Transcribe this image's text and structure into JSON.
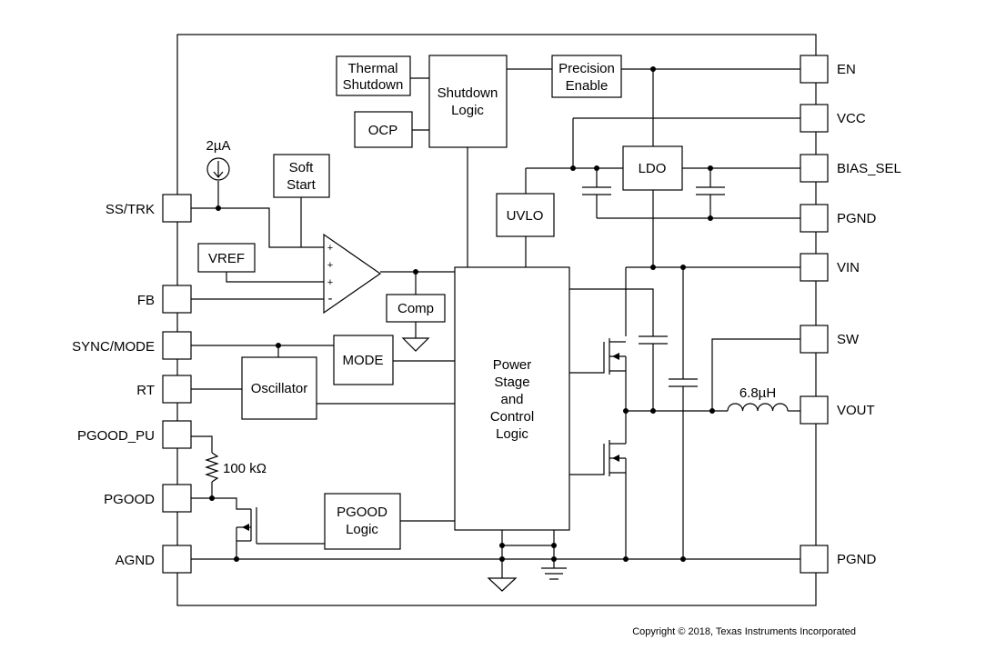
{
  "pins_left": {
    "ss_trk": "SS/TRK",
    "fb": "FB",
    "sync_mode": "SYNC/MODE",
    "rt": "RT",
    "pgood_pu": "PGOOD_PU",
    "pgood": "PGOOD",
    "agnd": "AGND"
  },
  "pins_right": {
    "en": "EN",
    "vcc": "VCC",
    "bias_sel": "BIAS_SEL",
    "pgnd_top": "PGND",
    "vin": "VIN",
    "sw": "SW",
    "vout": "VOUT",
    "pgnd_bottom": "PGND"
  },
  "blocks": {
    "thermal_1": "Thermal",
    "thermal_2": "Shutdown",
    "ocp": "OCP",
    "shutdown_1": "Shutdown",
    "shutdown_2": "Logic",
    "precision_1": "Precision",
    "precision_2": "Enable",
    "ldo": "LDO",
    "uvlo": "UVLO",
    "soft_1": "Soft",
    "soft_2": "Start",
    "vref": "VREF",
    "comp": "Comp",
    "mode": "MODE",
    "oscillator": "Oscillator",
    "pgood_logic_1": "PGOOD",
    "pgood_logic_2": "Logic",
    "power_1": "Power",
    "power_2": "Stage",
    "power_3": "and",
    "power_4": "Control",
    "power_5": "Logic"
  },
  "labels": {
    "current_source": "2µA",
    "resistor": "100 kΩ",
    "inductor": "6.8µH",
    "comp_plus": "+",
    "comp_minus": "-"
  },
  "footer": {
    "copyright": "Copyright © 2018, Texas Instruments Incorporated"
  }
}
